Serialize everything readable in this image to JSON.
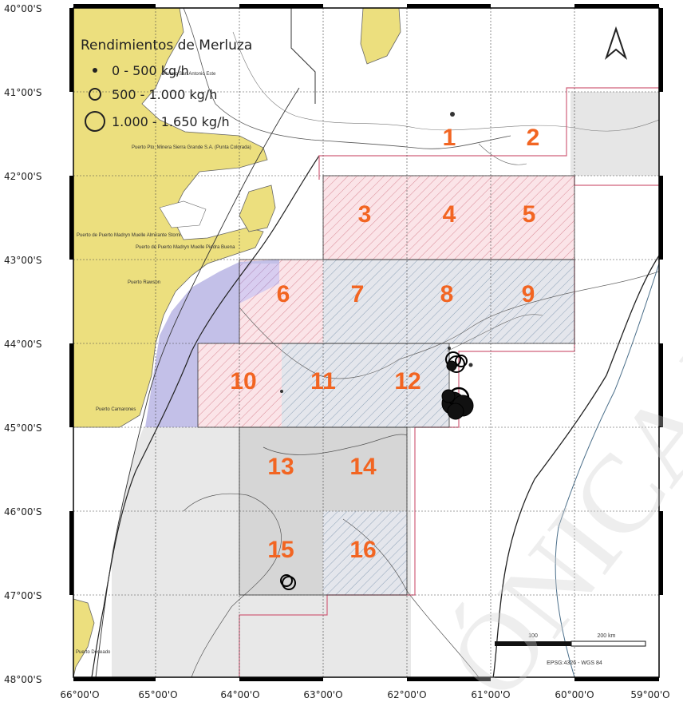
{
  "legend": {
    "title": "Rendimientos de Merluza",
    "classes": [
      {
        "label": "0 - 500 kg/h"
      },
      {
        "label": "500 - 1.000 kg/h"
      },
      {
        "label": "1.000 - 1.650 kg/h"
      }
    ]
  },
  "axes": {
    "lat_labels": [
      "40°00'S",
      "41°00'S",
      "42°00'S",
      "43°00'S",
      "44°00'S",
      "45°00'S",
      "46°00'S",
      "47°00'S",
      "48°00'S"
    ],
    "lon_labels": [
      "66°00'O",
      "65°00'O",
      "64°00'O",
      "63°00'O",
      "62°00'O",
      "61°00'O",
      "60°00'O",
      "59°00'O"
    ]
  },
  "zones": [
    "1",
    "2",
    "3",
    "4",
    "5",
    "6",
    "7",
    "8",
    "9",
    "10",
    "11",
    "12",
    "13",
    "14",
    "15",
    "16"
  ],
  "places": {
    "san_antonio": "Puerto San Antonio Este",
    "sierra_grande": "Puerto Pto. Minera Sierra Grande S.A. (Punta Colorada)",
    "madryn": "Puerto de Puerto Madryn Muelle Almirante Storni",
    "madryn2": "Puerto de Puerto Madryn Muelle Piedra Buena",
    "rawson": "Puerto Rawson",
    "camarones": "Puerto Camarones",
    "deseado": "Puerto Deseado"
  },
  "scale_bar": {
    "mid": "100",
    "end": "200 km"
  },
  "crs": "EPSG:4326 - WGS 84",
  "north_arrow": "north-arrow-icon",
  "watermark": "ÓNICA INID",
  "colors": {
    "land": "#ecdf7e",
    "purple_area": "#c3c0e8",
    "grey_area": "#e6e6e6",
    "zone_number": "#f26522",
    "pink_boundary": "#d0607a"
  }
}
